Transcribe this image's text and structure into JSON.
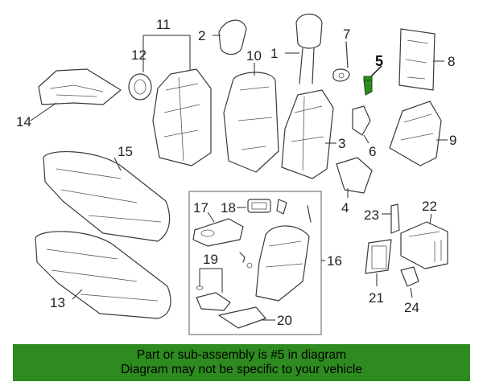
{
  "callouts": {
    "c1": "1",
    "c2": "2",
    "c3": "3",
    "c4": "4",
    "c5": "5",
    "c6": "6",
    "c7": "7",
    "c8": "8",
    "c9": "9",
    "c10": "10",
    "c11": "11",
    "c12": "12",
    "c13": "13",
    "c14": "14",
    "c15": "15",
    "c16": "16",
    "c17": "17",
    "c18": "18",
    "c19": "19",
    "c20": "20",
    "c21": "21",
    "c22": "22",
    "c23": "23",
    "c24": "24"
  },
  "highlight_color": "#2e8b1f",
  "banner": {
    "line1": "Part or sub-assembly is #5 in diagram",
    "line2": "Diagram may not be specific to your vehicle"
  }
}
